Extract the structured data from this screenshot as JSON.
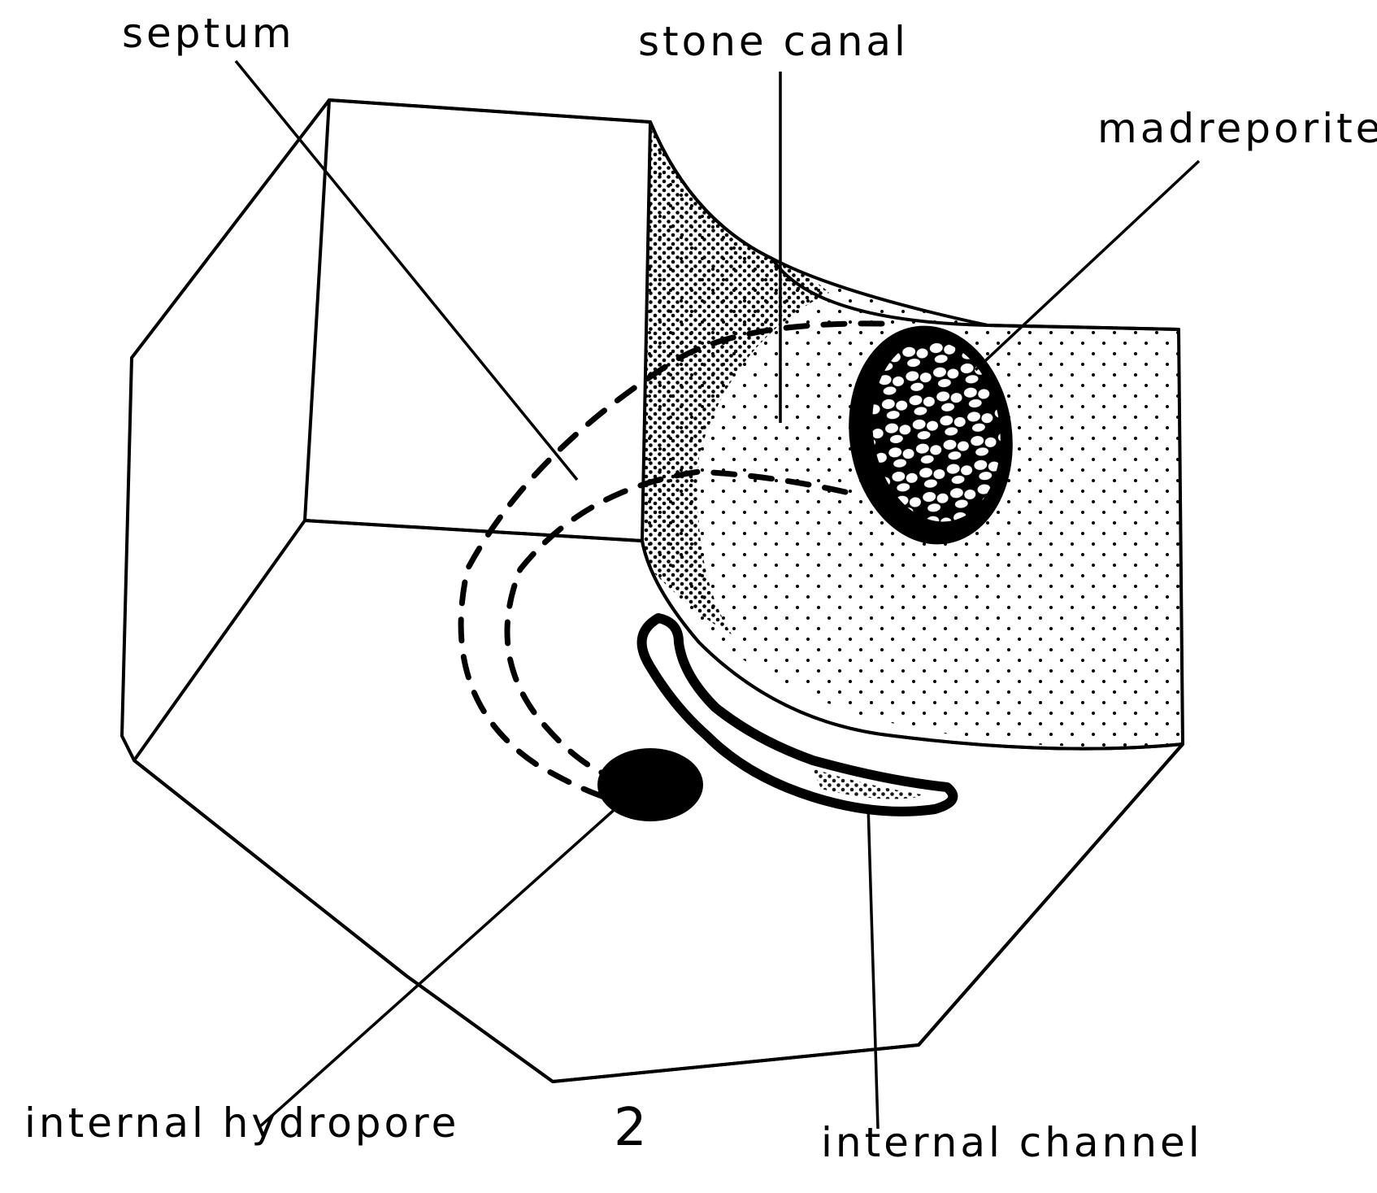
{
  "figure_number": "2",
  "labels": {
    "septum": "septum",
    "stone_canal": "stone canal",
    "madreporite": "madreporite",
    "internal_hydropore": "internal hydropore",
    "internal_channel": "internal channel"
  },
  "colors": {
    "ink": "#000000",
    "paper": "#ffffff"
  }
}
